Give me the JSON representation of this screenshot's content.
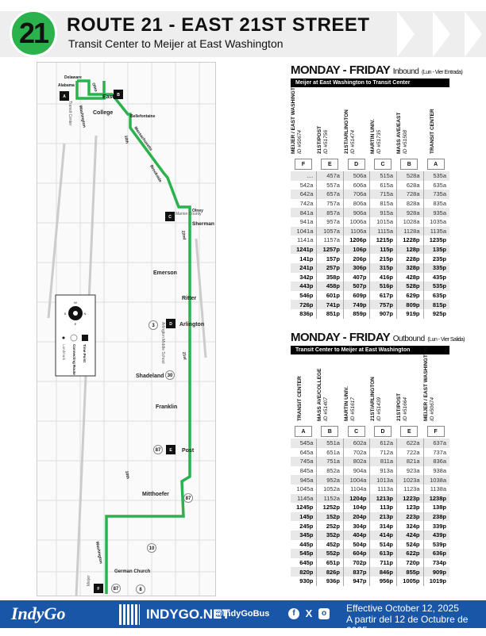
{
  "header": {
    "route_number": "21",
    "title": "ROUTE 21 - EAST 21ST STREET",
    "subtitle": "Transit Center to Meijer at East Washington"
  },
  "map": {
    "streets": [
      "Delaware",
      "Alabama",
      "Ohio",
      "East",
      "Washington",
      "College",
      "Bellefontaine",
      "Massachusetts",
      "10th",
      "Brookside",
      "Olney",
      "Sherman",
      "22nd",
      "Emerson",
      "Ritter",
      "Arlington",
      "21st",
      "Shadeland",
      "Franklin",
      "Post",
      "Mitthoefer",
      "10th",
      "Washington",
      "German Church"
    ],
    "landmarks": [
      "Transit Center",
      "Marion County",
      "Arlington Middle School",
      "Meijer"
    ],
    "time_points": [
      "A",
      "B",
      "C",
      "D",
      "E",
      "F"
    ],
    "connecting_routes": [
      "3",
      "30",
      "87",
      "87",
      "10",
      "87",
      "8"
    ],
    "legend": {
      "compass": [
        "N",
        "E",
        "S",
        "W"
      ],
      "time_point": "Time Point",
      "connecting_route": "Connecting Route",
      "landmark": "Landmark"
    }
  },
  "inbound": {
    "title": "MONDAY - FRIDAY",
    "direction": "Inbound",
    "spanish": "(Lun - Vier Entrada)",
    "subheader": "Meijer at East Washington to Transit Center",
    "stops": [
      {
        "code": "F",
        "name": "MEIJER / EAST WASHINGTON",
        "id": "ID #50674"
      },
      {
        "code": "E",
        "name": "21ST/POST",
        "id": "ID #51756"
      },
      {
        "code": "D",
        "name": "21ST/ARLINGTON",
        "id": "ID #51474"
      },
      {
        "code": "C",
        "name": "MARTIN UNIV.",
        "id": "ID #51735"
      },
      {
        "code": "B",
        "name": "MASS AVE/EAST",
        "id": "ID #51508"
      },
      {
        "code": "A",
        "name": "TRANSIT CENTER",
        "id": ""
      }
    ],
    "rows": [
      [
        "....",
        "457a",
        "506a",
        "515a",
        "528a",
        "535a"
      ],
      [
        "542a",
        "557a",
        "606a",
        "615a",
        "628a",
        "635a"
      ],
      [
        "642a",
        "657a",
        "706a",
        "715a",
        "728a",
        "735a"
      ],
      [
        "742a",
        "757a",
        "806a",
        "815a",
        "828a",
        "835a"
      ],
      [
        "841a",
        "857a",
        "906a",
        "915a",
        "928a",
        "935a"
      ],
      [
        "941a",
        "957a",
        "1006a",
        "1015a",
        "1028a",
        "1035a"
      ],
      [
        "1041a",
        "1057a",
        "1106a",
        "1115a",
        "1128a",
        "1135a"
      ],
      [
        "1141a",
        "1157a",
        "1206p",
        "1215p",
        "1228p",
        "1235p"
      ],
      [
        "1241p",
        "1257p",
        "106p",
        "115p",
        "128p",
        "135p"
      ],
      [
        "141p",
        "157p",
        "206p",
        "215p",
        "228p",
        "235p"
      ],
      [
        "241p",
        "257p",
        "306p",
        "315p",
        "328p",
        "335p"
      ],
      [
        "342p",
        "358p",
        "407p",
        "416p",
        "428p",
        "435p"
      ],
      [
        "443p",
        "458p",
        "507p",
        "516p",
        "528p",
        "535p"
      ],
      [
        "546p",
        "601p",
        "609p",
        "617p",
        "629p",
        "635p"
      ],
      [
        "726p",
        "741p",
        "749p",
        "757p",
        "809p",
        "815p"
      ],
      [
        "836p",
        "851p",
        "859p",
        "907p",
        "919p",
        "925p"
      ]
    ]
  },
  "outbound": {
    "title": "MONDAY - FRIDAY",
    "direction": "Outbound",
    "spanish": "(Lun - Vier Salida)",
    "subheader": "Transit Center to Meijer at East Washington",
    "stops": [
      {
        "code": "A",
        "name": "TRANSIT CENTER",
        "id": ""
      },
      {
        "code": "B",
        "name": "MASS AVE/COLLEGE",
        "id": "ID #51407"
      },
      {
        "code": "C",
        "name": "MARTIN UNIV.",
        "id": "ID #51617"
      },
      {
        "code": "D",
        "name": "21ST/ARLINGTON",
        "id": "ID #51439"
      },
      {
        "code": "E",
        "name": "21ST/POST",
        "id": "ID #51664"
      },
      {
        "code": "F",
        "name": "MEIJER / EAST WASHINGTON",
        "id": "ID #50674"
      }
    ],
    "rows": [
      [
        "545a",
        "551a",
        "602a",
        "612a",
        "622a",
        "637a"
      ],
      [
        "645a",
        "651a",
        "702a",
        "712a",
        "722a",
        "737a"
      ],
      [
        "745a",
        "751a",
        "802a",
        "811a",
        "821a",
        "836a"
      ],
      [
        "845a",
        "852a",
        "904a",
        "913a",
        "923a",
        "938a"
      ],
      [
        "945a",
        "952a",
        "1004a",
        "1013a",
        "1023a",
        "1038a"
      ],
      [
        "1045a",
        "1052a",
        "1104a",
        "1113a",
        "1123a",
        "1138a"
      ],
      [
        "1145a",
        "1152a",
        "1204p",
        "1213p",
        "1223p",
        "1238p"
      ],
      [
        "1245p",
        "1252p",
        "104p",
        "113p",
        "123p",
        "138p"
      ],
      [
        "145p",
        "152p",
        "204p",
        "213p",
        "223p",
        "238p"
      ],
      [
        "245p",
        "252p",
        "304p",
        "314p",
        "324p",
        "339p"
      ],
      [
        "345p",
        "352p",
        "404p",
        "414p",
        "424p",
        "439p"
      ],
      [
        "445p",
        "452p",
        "504p",
        "514p",
        "524p",
        "539p"
      ],
      [
        "545p",
        "552p",
        "604p",
        "613p",
        "622p",
        "636p"
      ],
      [
        "645p",
        "651p",
        "702p",
        "711p",
        "720p",
        "734p"
      ],
      [
        "820p",
        "826p",
        "837p",
        "846p",
        "855p",
        "909p"
      ],
      [
        "930p",
        "936p",
        "947p",
        "956p",
        "1005p",
        "1019p"
      ]
    ]
  },
  "footer": {
    "logo": "IndyGo",
    "website": "INDYGO.NET",
    "social_handle": "@IndyGoBus",
    "effective": "Effective October 12, 2025",
    "effective_es": "A partir del 12 de Octubre de 2025"
  },
  "colors": {
    "route_green": "#2bb24c",
    "footer_blue": "#1a56a8"
  }
}
